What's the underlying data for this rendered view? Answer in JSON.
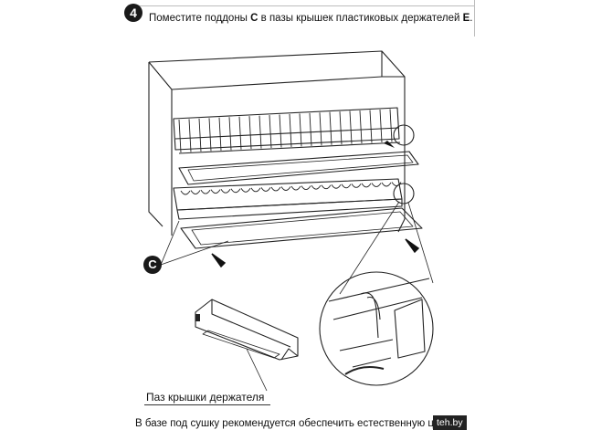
{
  "step": {
    "number": "4"
  },
  "instruction": {
    "prefix": "Поместите поддоны ",
    "part_c": "C",
    "middle": " в пазы крышек пластиковых держателей ",
    "part_e": "E",
    "suffix": "."
  },
  "callout": {
    "part_label": "C"
  },
  "holder_label": "Паз крышки держателя",
  "footer_text": "В базе под сушку рекомендуется обеспечить естественную цирку",
  "watermark": "teh.by"
}
